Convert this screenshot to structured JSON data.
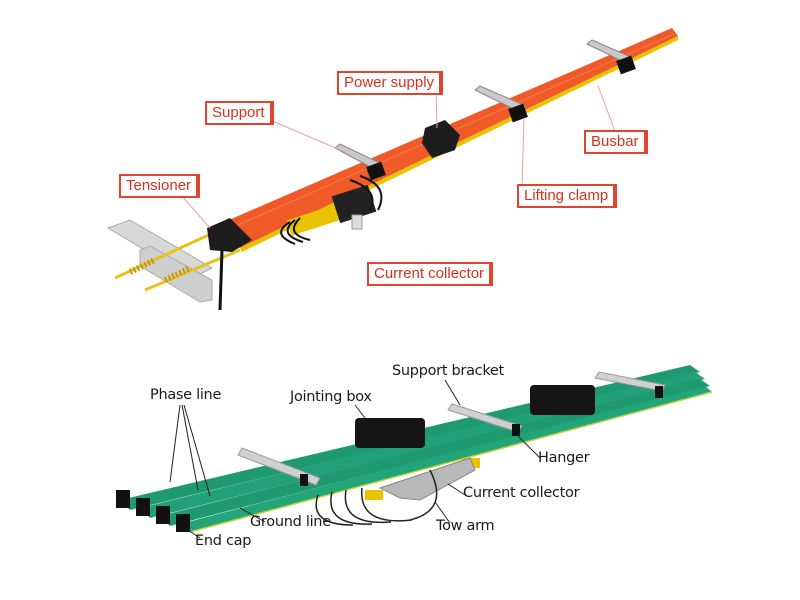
{
  "top_diagram": {
    "labels": {
      "power_supply": "Power supply",
      "support": "Support",
      "tensioner": "Tensioner",
      "busbar": "Busbar",
      "lifting_clamp": "Lifting clamp",
      "current_collector": "Current collector"
    },
    "colors": {
      "busbar": "#f05a28",
      "label_border": "#e0462f",
      "label_text": "#d8301c"
    }
  },
  "bottom_diagram": {
    "labels": {
      "phase_line": "Phase line",
      "jointing_box": "Jointing box",
      "support_bracket": "Support bracket",
      "hanger": "Hanger",
      "current_collector": "Current collector",
      "ground_line": "Ground line",
      "tow_arm": "Tow arm",
      "end_cap": "End cap"
    },
    "colors": {
      "busbar": "#1f9a70"
    }
  }
}
